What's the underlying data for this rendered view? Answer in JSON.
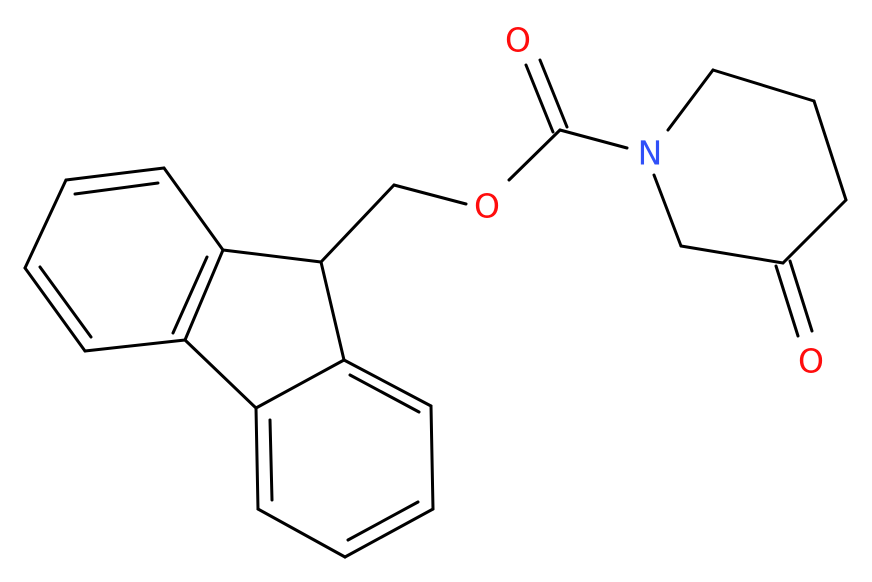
{
  "molecule": {
    "atoms": {
      "O_carbonyl": {
        "symbol": "O",
        "color": "#ff0d0d"
      },
      "O_ester": {
        "symbol": "O",
        "color": "#ff0d0d"
      },
      "N_ring": {
        "symbol": "N",
        "color": "#3050f8"
      },
      "O_ketone": {
        "symbol": "O",
        "color": "#ff0d0d"
      }
    },
    "bond_color": "#000000",
    "background": "#ffffff"
  }
}
